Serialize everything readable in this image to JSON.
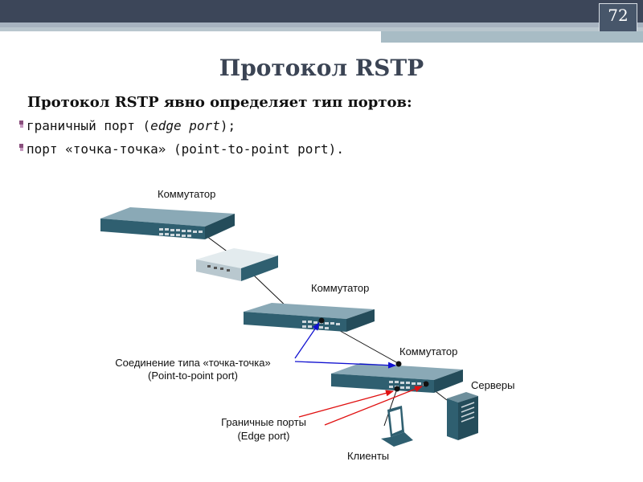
{
  "slide": {
    "page_number": "72",
    "title": "Протокол RSTP",
    "subtitle": "Протокол RSTP явно определяет тип портов:",
    "bullets": [
      {
        "text": "граничный порт (",
        "italic": "edge port",
        "tail": ");"
      },
      {
        "text": "порт «точка-точка» (point-to-point port).",
        "italic": "",
        "tail": ""
      }
    ]
  },
  "diagram": {
    "labels": {
      "switch_top": "Коммутатор",
      "switch_mid": "Коммутатор",
      "switch_bottom": "Коммутатор",
      "servers": "Серверы",
      "clients": "Клиенты",
      "p2p_line1": "Соединение типа «точка-точка»",
      "p2p_line2": "(Point-to-point port)",
      "edge_line1": "Граничные порты",
      "edge_line2": "(Edge port)"
    },
    "colors": {
      "switch_body": "#2f5f70",
      "switch_light": "#cfd8dd",
      "p2p_arrow": "#1010d0",
      "edge_arrow": "#e01010",
      "topbar": "#3c4659"
    }
  }
}
